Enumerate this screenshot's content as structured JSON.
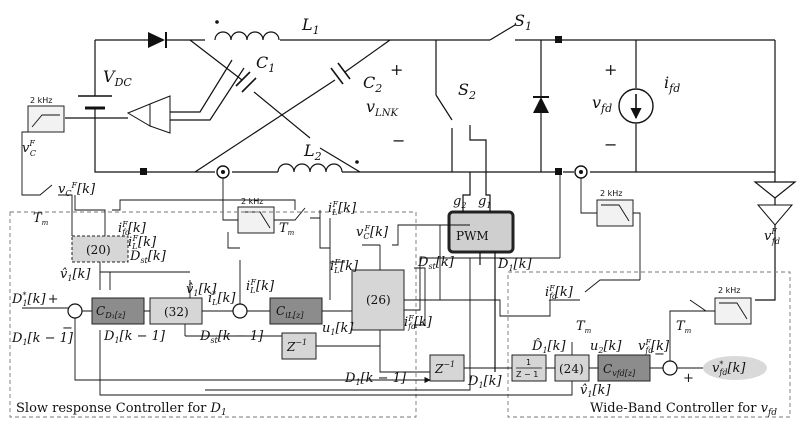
{
  "labels": {
    "vdc": "V",
    "vdc_sub": "DC",
    "l1": "L",
    "l1_sub": "1",
    "l2": "L",
    "l2_sub": "2",
    "c1": "C",
    "c1_sub": "1",
    "c2": "C",
    "c2_sub": "2",
    "s1": "S",
    "s1_sub": "1",
    "s2": "S",
    "s2_sub": "2",
    "vlnk": "v",
    "vlnk_sub": "LNK",
    "vfd": "v",
    "vfd_sub": "fd",
    "ifd": "i",
    "ifd_sub": "fd",
    "plus": "+",
    "minus": "−",
    "khz": "2 kHz",
    "vcf": "v",
    "vcf_sup": "F",
    "vcf_sub": "C",
    "pwm": "PWM",
    "g2": "g",
    "g2_sub": "2",
    "g1": "g",
    "g1_sub": "1",
    "vcfk": "v",
    "vcfk_rest": "[k]",
    "tm": "T",
    "tm_sub": "m",
    "iffdk": "i",
    "iffdk_rest": "[k]",
    "ilfk": "i",
    "ilfk_rest": "[k]",
    "dstk": "D",
    "dstk_rest": "[k]",
    "d1k": "D",
    "d1k_rest": "[k]",
    "v1hat": "v̂",
    "v1hat_rest": "[k]",
    "d1star": "D",
    "d1star_rest": "[k]",
    "d1km1": "D",
    "d1km1_rest": "[k − 1]",
    "ilstar": "i",
    "ilstar_rest": "[k]",
    "dstkm1": "D",
    "dstkm1_rest": "[k − 1]",
    "u1k": "u",
    "u1k_rest": "[k]",
    "u2k": "u",
    "u2k_rest": "[k]",
    "d1hat": "D̂",
    "d1hat_rest": "[k]",
    "vfdstar": "v",
    "vfdstar_rest": "[k]",
    "vfdf": "v",
    "vfdfk_rest": "[k]"
  },
  "blocks": {
    "b20": "(20)",
    "b32": "(32)",
    "b26": "(26)",
    "b24": "(24)",
    "cd1": "C",
    "cd1_sub": "D₁[z]",
    "cil": "C",
    "cil_sub": "iL[z]",
    "cvfd": "C",
    "cvfd_sub": "vfd[z]",
    "zinv": "Z",
    "zinv_sup": "−1",
    "frac_num": "1",
    "frac_den": "Z − 1"
  },
  "captions": {
    "slow": "Slow response Controller for ",
    "slow_var": "D",
    "slow_sub": "1",
    "wide": "Wide-Band Controller for ",
    "wide_var": "v",
    "wide_sub": "fd"
  }
}
